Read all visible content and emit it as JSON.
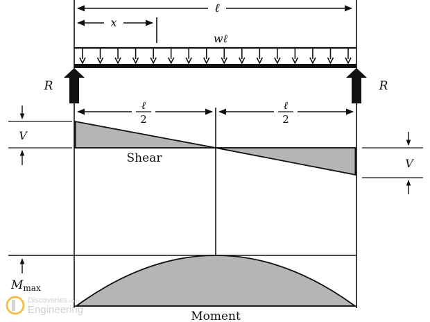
{
  "labels": {
    "length": "ℓ",
    "position": "x",
    "load": "wℓ",
    "reaction_left": "R",
    "reaction_right": "R",
    "half_num_left": "ℓ",
    "half_den_left": "2",
    "half_num_right": "ℓ",
    "half_den_right": "2",
    "shear_left": "V",
    "shear_right": "V",
    "shear_title": "Shear",
    "moment_max_m": "M",
    "moment_max_sub": "max",
    "moment_title": "Moment"
  },
  "watermark": {
    "line1": "Discoveries",
    "suffix": ".com",
    "line2": "Engineering"
  },
  "colors": {
    "ink": "#111111",
    "fill": "#b5b5b5",
    "watermark": "#cfcfcf",
    "watermark_accent": "#f2b632"
  }
}
